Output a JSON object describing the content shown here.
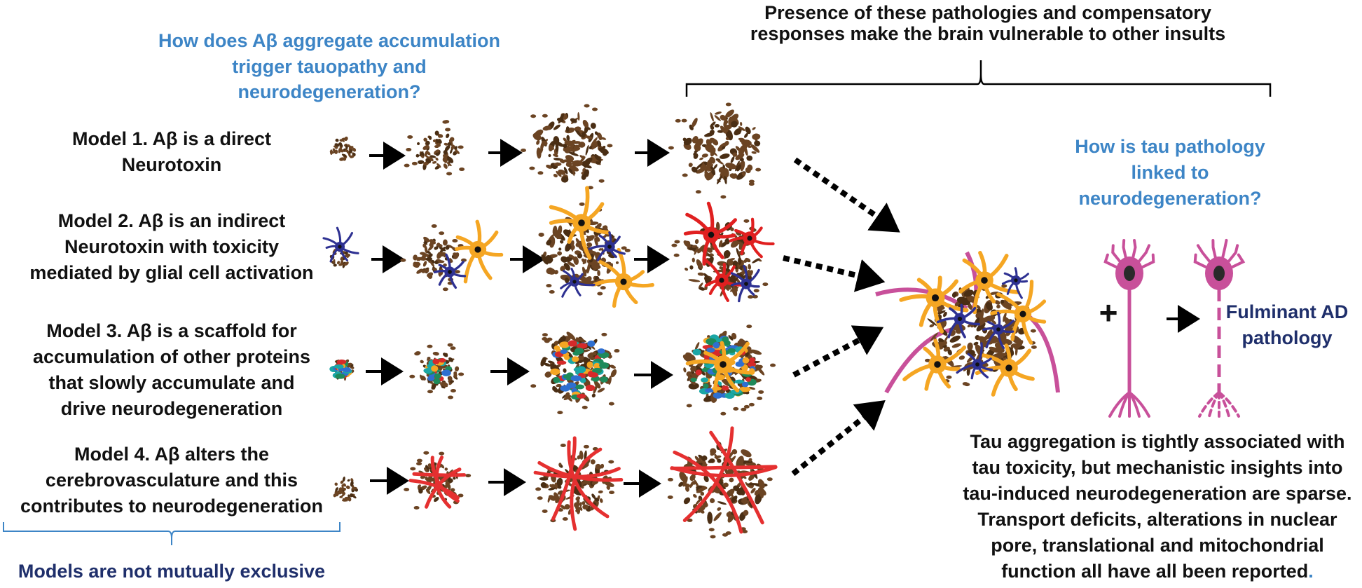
{
  "top_note": {
    "line1": "Presence of these pathologies and compensatory",
    "line2": "responses make the brain vulnerable to other insults"
  },
  "question_abeta": {
    "line1": "How does Aβ aggregate accumulation",
    "line2": "trigger tauopathy and",
    "line3": "neurodegeneration?"
  },
  "models": [
    {
      "lines": [
        "Model 1. Aβ is a direct",
        "Neurotoxin"
      ]
    },
    {
      "lines": [
        "Model 2. Aβ is an indirect",
        "Neurotoxin with toxicity",
        "mediated by glial cell activation"
      ]
    },
    {
      "lines": [
        "Model 3. Aβ is a scaffold for",
        "accumulation of other proteins",
        "that slowly accumulate and",
        "drive neurodegeneration"
      ]
    },
    {
      "lines": [
        "Model 4. Aβ alters the",
        "cerebrovasculature and this",
        "contributes to neurodegeneration"
      ]
    }
  ],
  "models_note": "Models are not mutually exclusive",
  "question_tau": {
    "line1": "How is tau pathology",
    "line2": "linked to",
    "line3": "neurodegeneration?"
  },
  "plus_symbol": "+",
  "outcome": {
    "line1": "Fulminant AD",
    "line2": "pathology"
  },
  "tau_note": {
    "line1": "Tau aggregation is tightly associated with",
    "line2": "tau toxicity, but mechanistic insights into",
    "line3": "tau-induced neurodegeneration are sparse.",
    "line4": "Transport deficits, alterations in nuclear",
    "line5": "pore, translational and mitochondrial",
    "line6": "function all have all been reported",
    "line6_end": "."
  },
  "colors": {
    "plaque": "#6b4423",
    "astrocyte": "#f5a623",
    "microglia": "#2e3192",
    "activated": "#e02020",
    "vessel": "#e53030",
    "neuron": "#c8509a",
    "question": "#3d85c6",
    "navy": "#1f2f6b"
  }
}
